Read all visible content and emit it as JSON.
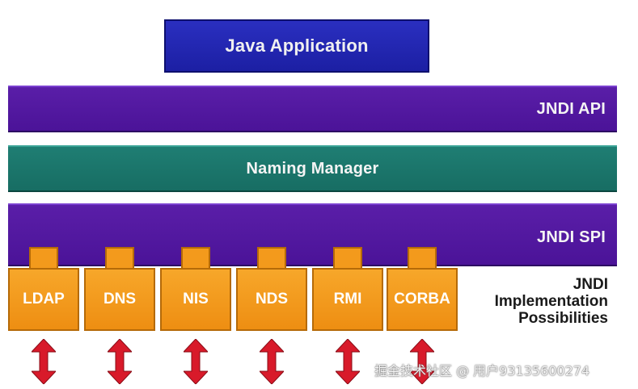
{
  "layers": {
    "application": "Java Application",
    "api": "JNDI API",
    "naming_manager": "Naming Manager",
    "spi": "JNDI SPI"
  },
  "implementations": [
    "LDAP",
    "DNS",
    "NIS",
    "NDS",
    "RMI",
    "CORBA"
  ],
  "implementation_label": [
    "JNDI",
    "Implementation",
    "Possibilities"
  ],
  "watermark": "掘金技术社区 @ 用户93135600274",
  "colors": {
    "application": "#1f23ad",
    "interface_bar": "#5019a0",
    "naming_manager": "#1b766b",
    "implementation_box": "#f39a1c",
    "arrow": "#d81a2a"
  }
}
